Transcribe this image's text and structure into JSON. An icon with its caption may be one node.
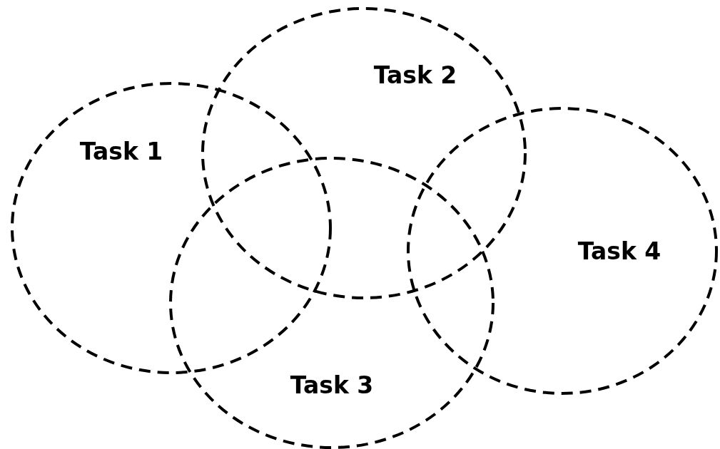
{
  "diagram": {
    "nodes": [
      {
        "text": [
          "Task 1"
        ]
      },
      {
        "text": [
          "Task 2"
        ]
      },
      {
        "text": [
          "Task 3"
        ]
      },
      {
        "text": [
          "Task 4"
        ]
      }
    ]
  }
}
